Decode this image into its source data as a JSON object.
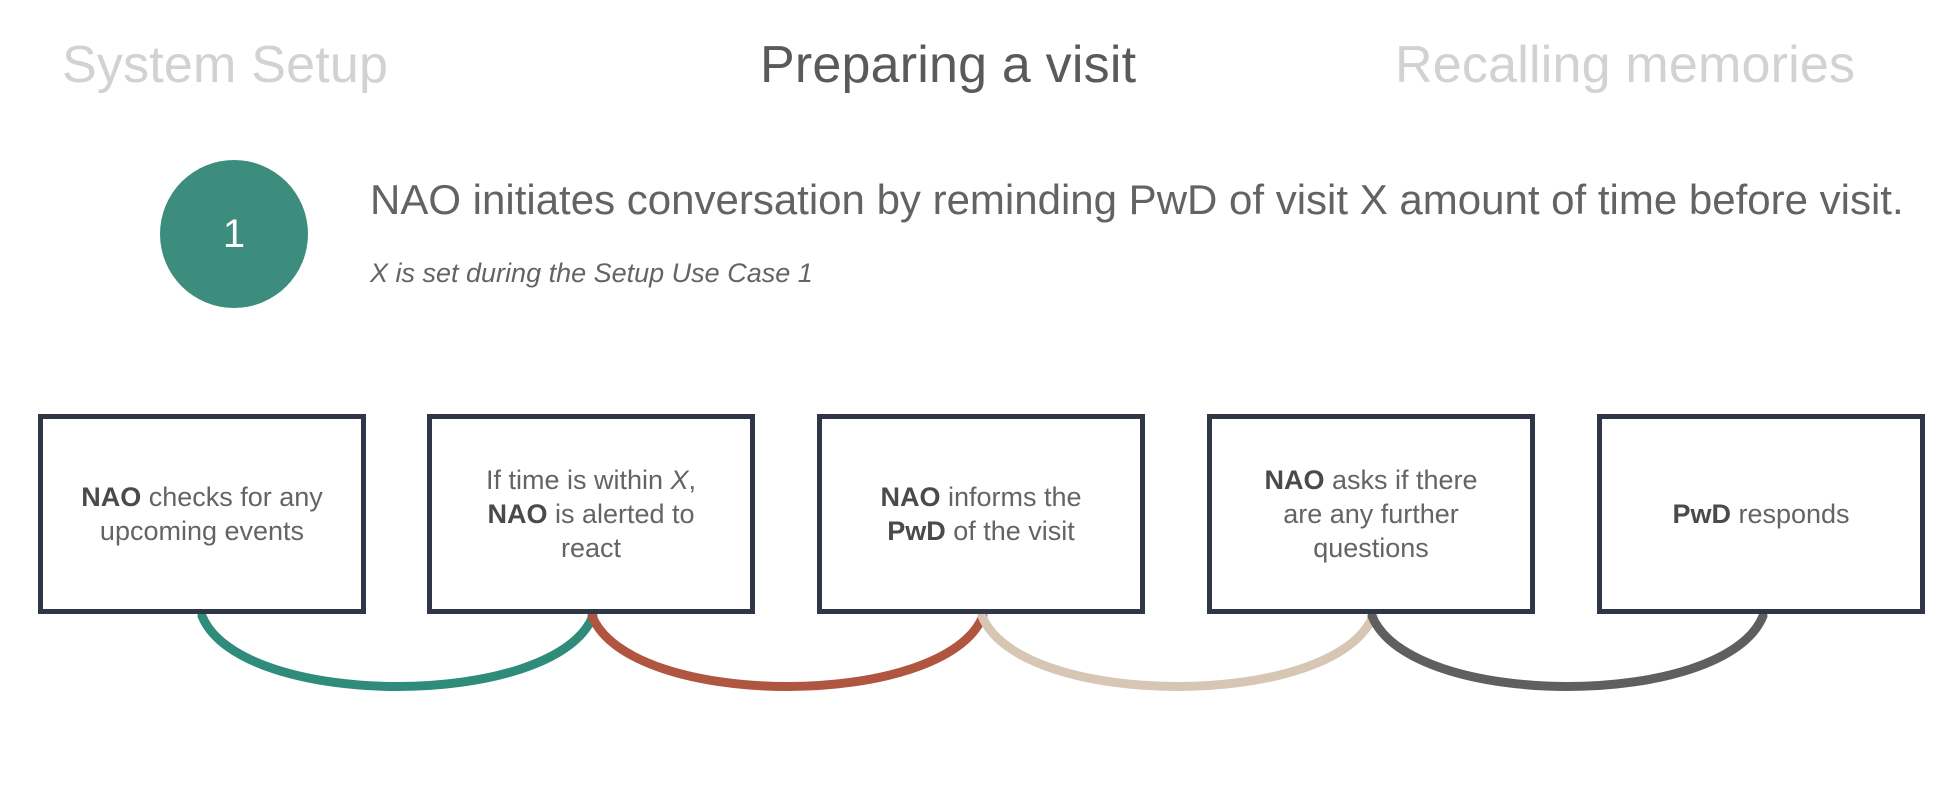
{
  "header": {
    "tabs": [
      {
        "label": "System Setup",
        "state": "inactive"
      },
      {
        "label": "Preparing a visit",
        "state": "active"
      },
      {
        "label": "Recalling memories",
        "state": "inactive"
      }
    ],
    "active_color": "#5a5a5a",
    "inactive_color": "#d2d2d2"
  },
  "step": {
    "number": "1",
    "badge_color": "#3d8d7e",
    "title": "NAO initiates conversation by reminding PwD of visit X amount of time before visit.",
    "subtitle": "X is set during the Setup Use Case 1"
  },
  "flow": {
    "box_border_color": "#2e3647",
    "text_color": "#646464",
    "boxes": [
      {
        "id": "box-0",
        "plain_text": "NAO checks for any upcoming events",
        "rich_html": "<b>NAO</b> checks for any<br>upcoming events"
      },
      {
        "id": "box-1",
        "plain_text": "If time is within X, NAO is alerted to react",
        "rich_html": "If time is within <i>X</i>,<br><b>NAO</b> is alerted to<br>react"
      },
      {
        "id": "box-2",
        "plain_text": "NAO informs the PwD of the visit",
        "rich_html": "<b>NAO</b> informs the<br><b>PwD</b> of the visit"
      },
      {
        "id": "box-3",
        "plain_text": "NAO asks if there are any further questions",
        "rich_html": "<b>NAO</b> asks if there<br>are any further<br>questions"
      },
      {
        "id": "box-4",
        "plain_text": "PwD responds",
        "rich_html": "<b>PwD</b> responds"
      }
    ],
    "connectors": [
      {
        "from": "box-0",
        "to": "box-1",
        "color": "#2f8b7a",
        "name": "connector-1-2"
      },
      {
        "from": "box-1",
        "to": "box-2",
        "color": "#b0553f",
        "name": "connector-2-3"
      },
      {
        "from": "box-2",
        "to": "box-3",
        "color": "#d8c6b5",
        "name": "connector-3-4"
      },
      {
        "from": "box-3",
        "to": "box-4",
        "color": "#5f5f5f",
        "name": "connector-4-5"
      }
    ]
  }
}
